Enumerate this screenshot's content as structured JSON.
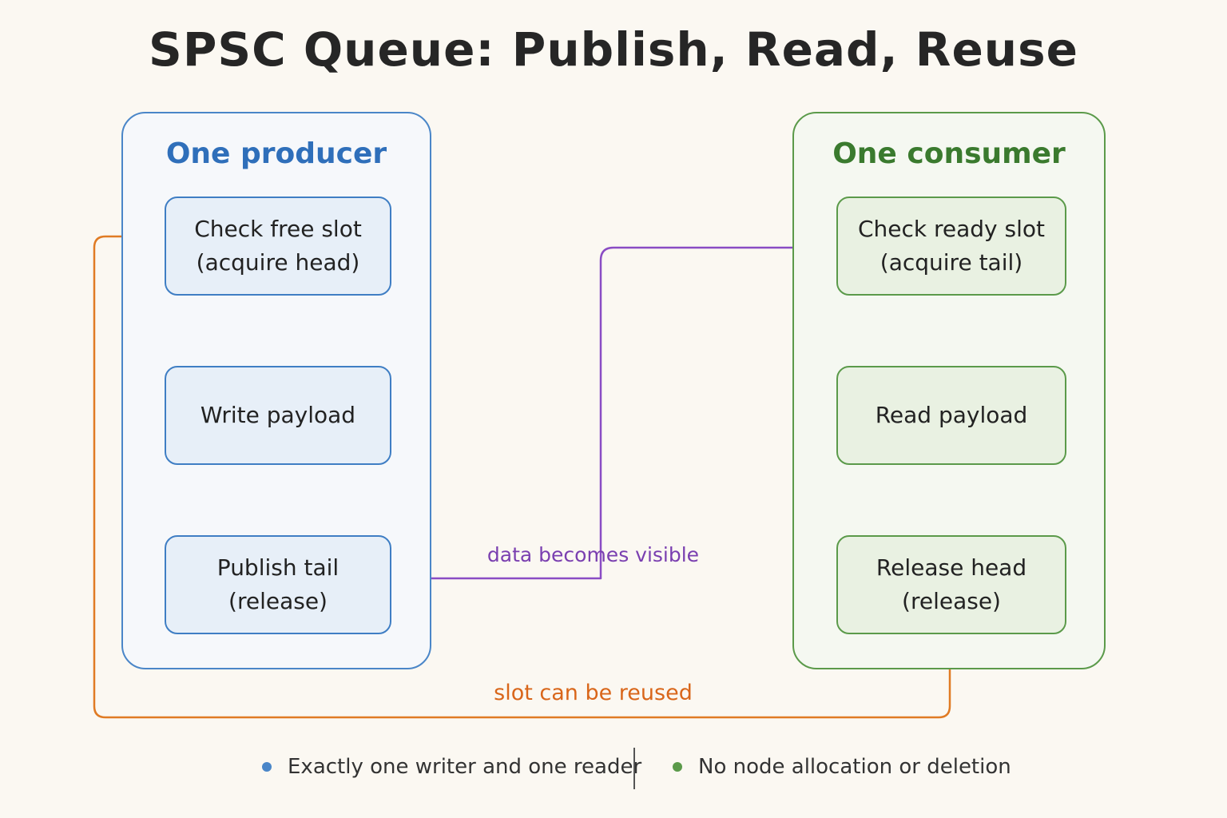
{
  "title": "SPSC Queue: Publish, Read, Reuse",
  "producer": {
    "title": "One producer",
    "steps": [
      "Check free slot\n(acquire head)",
      "Write payload",
      "Publish tail\n(release)"
    ]
  },
  "consumer": {
    "title": "One consumer",
    "steps": [
      "Check ready slot\n(acquire tail)",
      "Read payload",
      "Release head\n(release)"
    ]
  },
  "edges": {
    "data_visible": "data becomes visible",
    "slot_reuse": "slot can be reused"
  },
  "legend": [
    "Exactly one writer and one reader",
    "No node allocation or deletion"
  ],
  "colors": {
    "producer": "#4a86c8",
    "consumer": "#5b9a4a",
    "visibility_edge": "#7a3fb0",
    "reuse_edge": "#e07b24"
  }
}
